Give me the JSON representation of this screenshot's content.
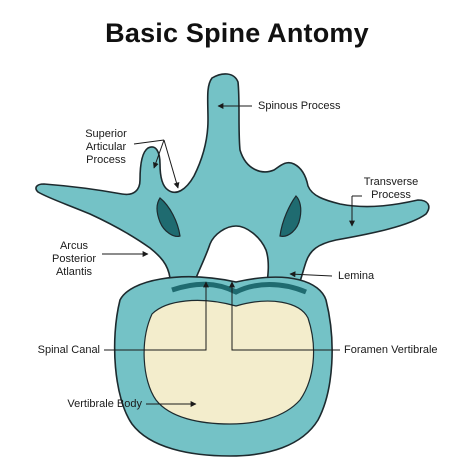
{
  "title": "Basic Spine Antomy",
  "colors": {
    "bone": "#74c2c6",
    "bone_dark": "#1f6b70",
    "outline": "#1d2a2e",
    "body_core": "#f3edcc",
    "arrow": "#1a1a1a"
  },
  "labels": {
    "spinous_process": "Spinous Process",
    "superior_articular_process": "Superior\nArticular\nProcess",
    "transverse_process": "Transverse\nProcess",
    "arcus_posterior_atlantis": "Arcus\nPosterior\nAtlantis",
    "lemina": "Lemina",
    "spinal_canal": "Spinal Canal",
    "foramen_vertibrale": "Foramen Vertibrale",
    "vertibrale_body": "Vertibrale Body"
  }
}
